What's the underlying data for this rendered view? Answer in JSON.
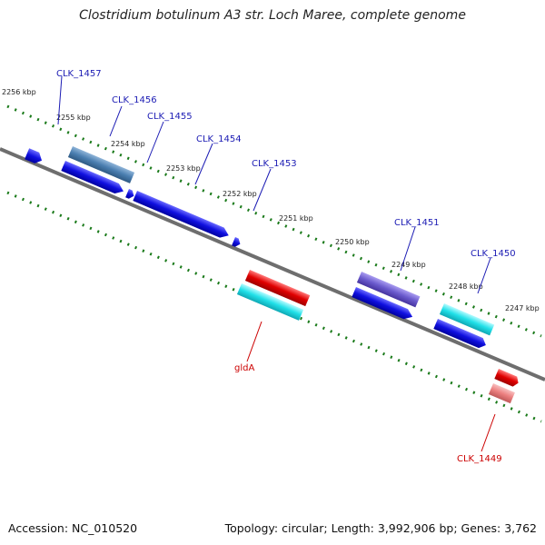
{
  "title": "Clostridium botulinum A3 str. Loch Maree, complete genome",
  "footer": {
    "accession": "Accession: NC_010520",
    "stats": "Topology: circular; Length: 3,992,906 bp; Genes: 3,762"
  },
  "colors": {
    "backbone": "#808080",
    "tick_green": "#1a7a1a",
    "label_blue": "#1c1cb4",
    "label_red": "#cc0000",
    "cds_blue": "#1010e0",
    "steel_blue": "#4a7eb0",
    "purple": "#6a5acd",
    "cyan": "#20e0e8",
    "red": "#e00000",
    "pink": "#ec7f7f"
  },
  "ruler_labels": [
    "2256 kbp",
    "2255 kbp",
    "2254 kbp",
    "2253 kbp",
    "2252 kbp",
    "2251 kbp",
    "2250 kbp",
    "2249 kbp",
    "2248 kbp",
    "2247 kbp"
  ],
  "gene_labels": [
    "CLK_1457",
    "CLK_1456",
    "CLK_1455",
    "CLK_1454",
    "CLK_1453",
    "CLK_1451",
    "CLK_1450",
    "gldA",
    "CLK_1449"
  ]
}
